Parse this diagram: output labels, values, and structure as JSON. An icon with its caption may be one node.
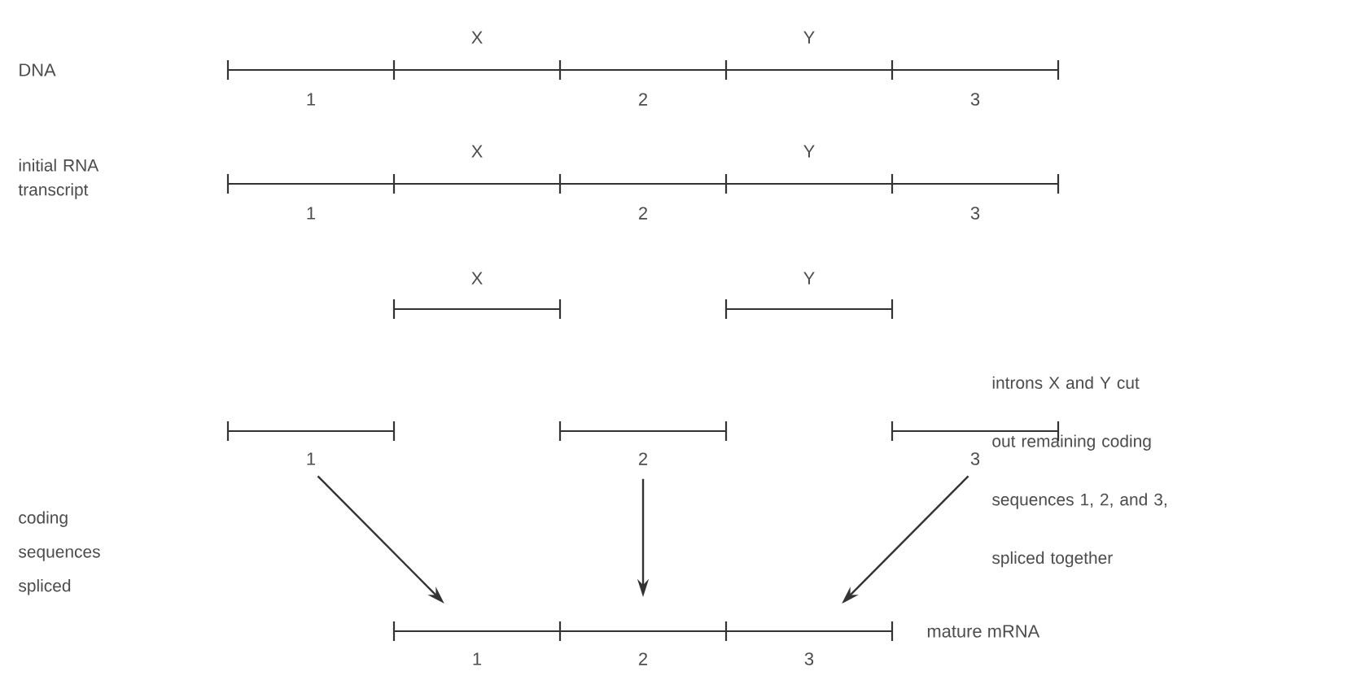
{
  "diagram": {
    "nodes": [
      {
        "text": [
          "1"
        ]
      },
      {
        "text": [
          "2"
        ]
      },
      {
        "text": [
          "3"
        ]
      },
      {
        "text": [
          "1",
          "2",
          "3"
        ],
        "beside": [
          "mature mRNA"
        ]
      }
    ],
    "edges": [
      {
        "from": 0,
        "to": 3,
        "arrow": "to"
      },
      {
        "from": 1,
        "to": 3,
        "arrow": "to"
      },
      {
        "from": 2,
        "to": 3,
        "arrow": "to"
      }
    ],
    "labels": [
      "DNA",
      "X",
      "Y",
      "1",
      "2",
      "3",
      "initial RNA transcript",
      "X",
      "Y",
      "1",
      "2",
      "3",
      "X",
      "Y",
      "introns X and Y cut out remaining coding sequences 1, 2, and 3, spliced together",
      "coding sequences spliced"
    ]
  }
}
